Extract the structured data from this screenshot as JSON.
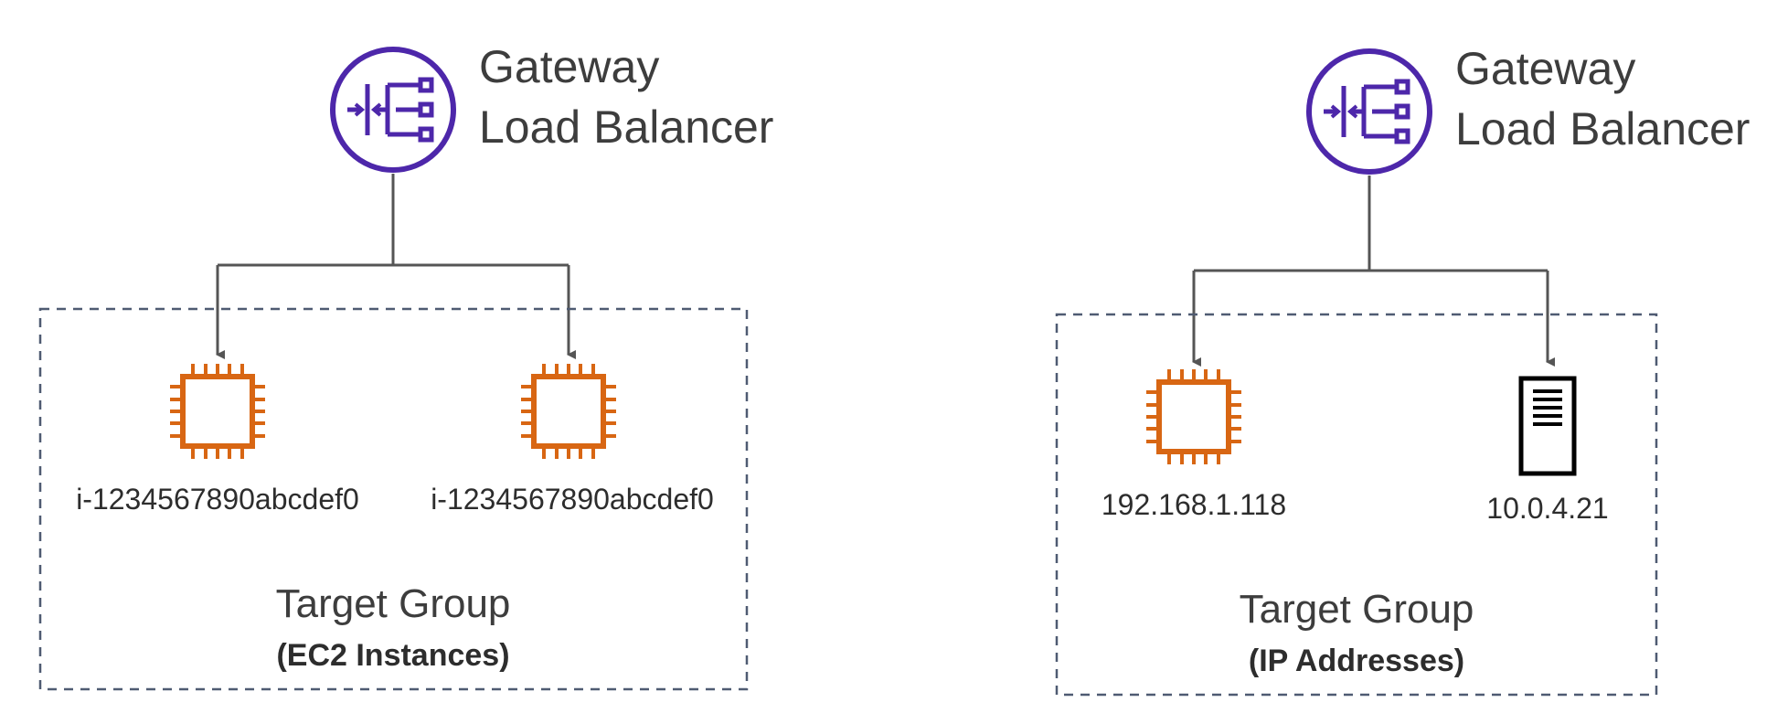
{
  "colors": {
    "load_balancer": "#4d27aa",
    "compute": "#d86613",
    "server": "#000000",
    "connector": "#555555",
    "group_border": "#4f5b72"
  },
  "left": {
    "load_balancer": {
      "icon": "gateway-load-balancer-icon",
      "title_line1": "Gateway",
      "title_line2": "Load Balancer"
    },
    "targets": [
      {
        "icon": "ec2-instance-icon",
        "label": "i-1234567890abcdef0"
      },
      {
        "icon": "ec2-instance-icon",
        "label": "i-1234567890abcdef0"
      }
    ],
    "group": {
      "title": "Target Group",
      "subtitle": "(EC2 Instances)"
    }
  },
  "right": {
    "load_balancer": {
      "icon": "gateway-load-balancer-icon",
      "title_line1": "Gateway",
      "title_line2": "Load Balancer"
    },
    "targets": [
      {
        "icon": "ec2-instance-icon",
        "label": "192.168.1.118"
      },
      {
        "icon": "server-icon",
        "label": "10.0.4.21"
      }
    ],
    "group": {
      "title": "Target Group",
      "subtitle": "(IP Addresses)"
    }
  }
}
